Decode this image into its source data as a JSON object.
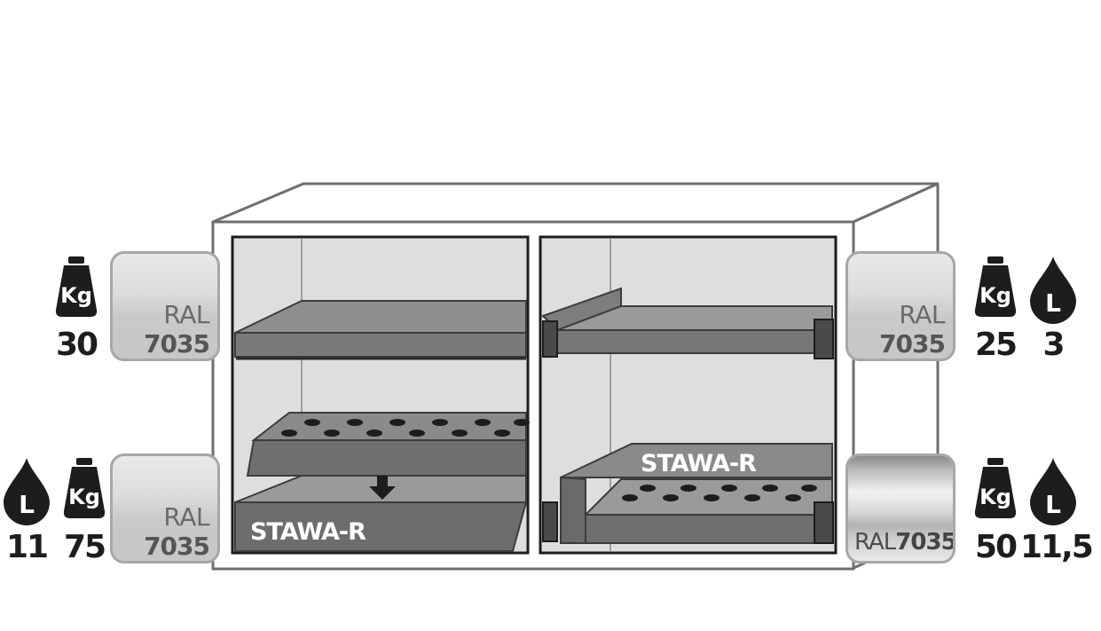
{
  "swatches": {
    "top_left": {
      "ral": "RAL",
      "code": "7035"
    },
    "bottom_left": {
      "ral": "RAL",
      "code": "7035"
    },
    "top_right": {
      "ral": "RAL",
      "code": "7035"
    },
    "bottom_right": {
      "ral": "RAL",
      "code": "7035"
    }
  },
  "load_markers": {
    "top_left": {
      "kg": "30"
    },
    "bottom_left": {
      "liters": "11",
      "kg": "75"
    },
    "top_right": {
      "kg": "25",
      "liters": "3"
    },
    "bottom_right": {
      "kg": "50",
      "liters": "11,5"
    }
  },
  "icons": {
    "weight": {
      "name": "weight-icon",
      "label": "Kg"
    },
    "liquid": {
      "name": "liquid-drop-icon",
      "label": "L"
    }
  },
  "sump_labels": {
    "left": "STAWA-R",
    "right": "STAWA-R"
  },
  "colors": {
    "cabinet_outline": "#6e6e6e",
    "interior": "#dedede",
    "shelf": "#7a7a7a",
    "icon_fill": "#1d1d1d"
  }
}
